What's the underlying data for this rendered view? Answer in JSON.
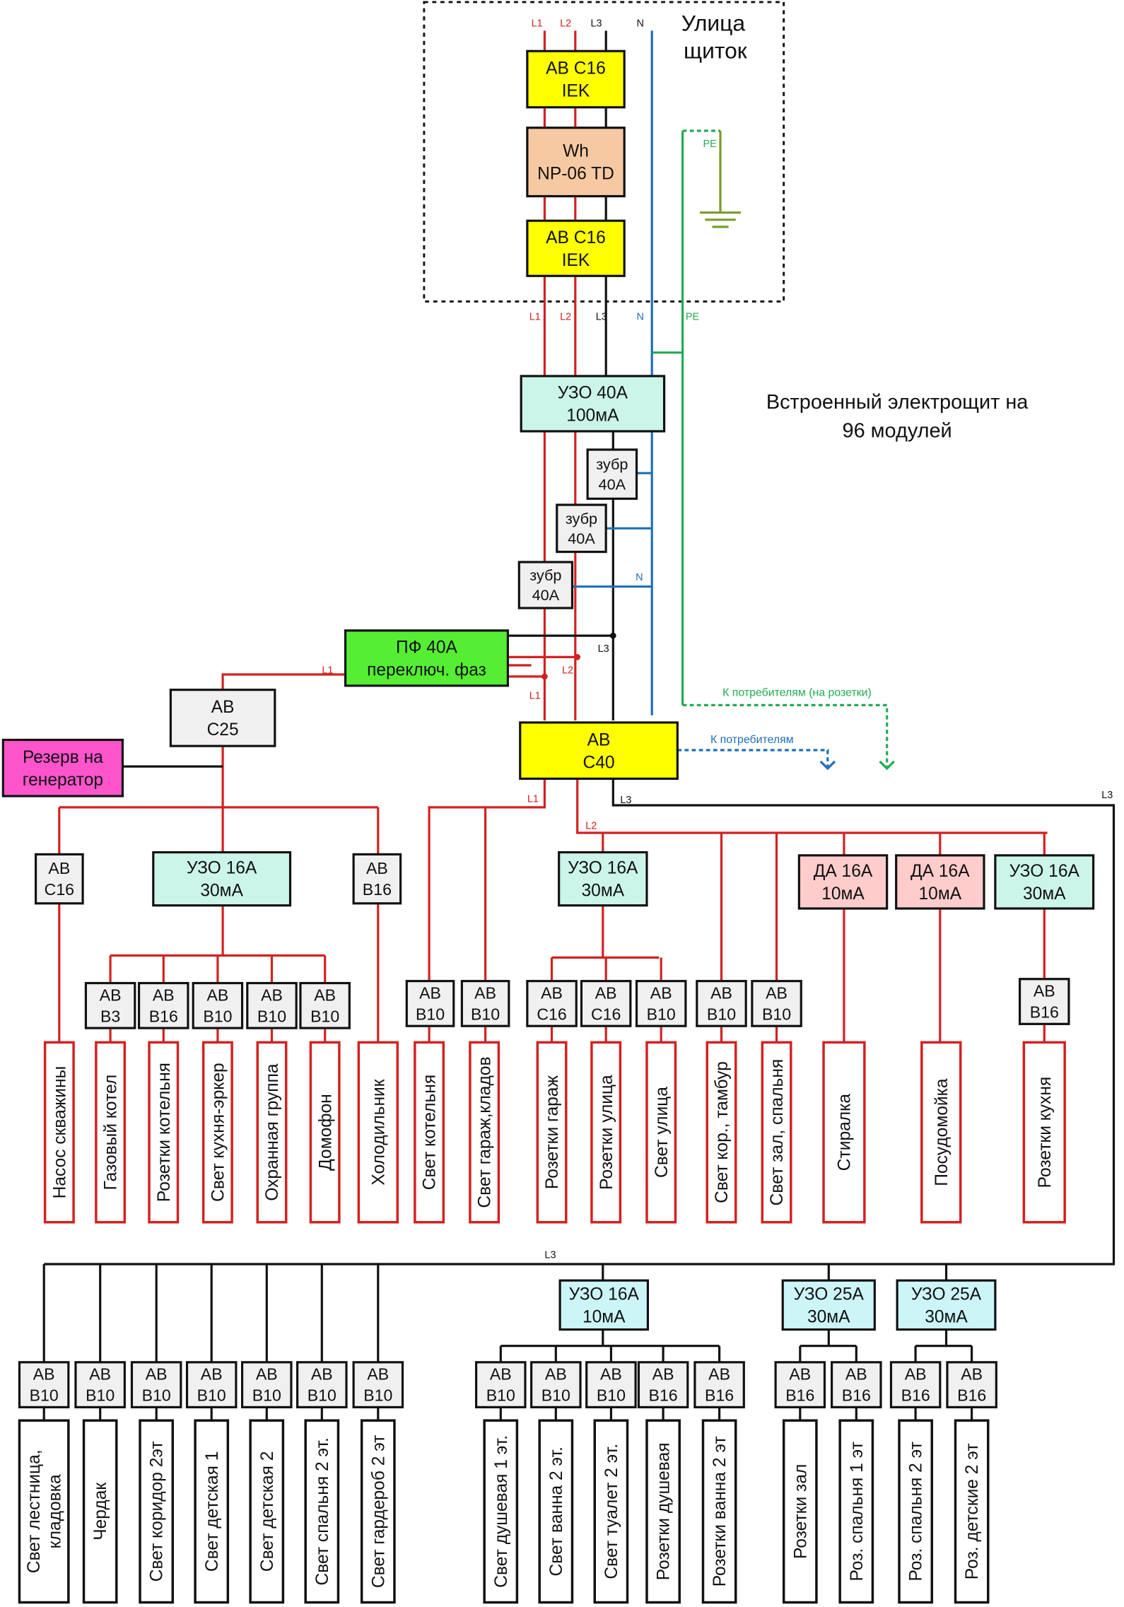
{
  "street_panel": {
    "title_line1": "Улица",
    "title_line2": "щиток",
    "breaker_top": [
      "АВ С16",
      "IEK"
    ],
    "meter": [
      "Wh",
      "NP-06 TD"
    ],
    "breaker_bottom": [
      "АВ С16",
      "IEK"
    ],
    "phase_labels": [
      "L1",
      "L2",
      "L3",
      "N"
    ],
    "pe_label": "PE"
  },
  "main_panel_caption": [
    "Встроенный электрощит на",
    "96 модулей"
  ],
  "wire_labels": {
    "L1": "L1",
    "L2": "L2",
    "L3": "L3",
    "N": "N",
    "PE": "PE"
  },
  "rcd_main": [
    "УЗО 40А",
    "100мА"
  ],
  "voltage_relays": [
    [
      "зубр",
      "40А"
    ],
    [
      "зубр",
      "40А"
    ],
    [
      "зубр",
      "40А"
    ]
  ],
  "phase_switch": [
    "ПФ 40А",
    "переключ. фаз"
  ],
  "breaker_c25": [
    "АВ",
    "С25"
  ],
  "generator_reserve": [
    "Резерв на",
    "генератор"
  ],
  "breaker_c40": [
    "АВ",
    "С40"
  ],
  "to_consumers_sockets": "К потребителям (на розетки)",
  "to_consumers": "К потребителям",
  "group1": {
    "ab_c16": [
      "АВ",
      "С16"
    ],
    "rcd": [
      "УЗО 16А",
      "30мА"
    ],
    "ab_b16": [
      "АВ",
      "В16"
    ],
    "breakers": [
      [
        "АВ",
        "В3"
      ],
      [
        "АВ",
        "В16"
      ],
      [
        "АВ",
        "В10"
      ],
      [
        "АВ",
        "В10"
      ],
      [
        "АВ",
        "В10"
      ]
    ],
    "loads": [
      "Насос скважины",
      "Газовый котел",
      "Розетки котельня",
      "Свет кухня-эркер",
      "Охранная группа",
      "Домофон",
      "Холодильник"
    ]
  },
  "group2": {
    "breakers_direct": [
      [
        "АВ",
        "В10"
      ],
      [
        "АВ",
        "В10"
      ]
    ],
    "rcd": [
      "УЗО 16А",
      "30мА"
    ],
    "rcd_breakers": [
      [
        "АВ",
        "С16"
      ],
      [
        "АВ",
        "С16"
      ],
      [
        "АВ",
        "В10"
      ]
    ],
    "breakers_l2": [
      [
        "АВ",
        "В10"
      ],
      [
        "АВ",
        "В10"
      ]
    ],
    "da1": [
      "ДА 16А",
      "10мА"
    ],
    "da2": [
      "ДА 16А",
      "10мА"
    ],
    "rcd_kitchen": [
      "УЗО 16А",
      "30мА"
    ],
    "ab_kitchen": [
      "АВ",
      "В16"
    ],
    "loads": [
      "Свет котельня",
      "Свет гараж,кладов",
      "Розетки гараж",
      "Розетки улица",
      "Свет улица",
      "Свет кор., тамбур",
      "Свет зал, спальня",
      "Стиралка",
      "Посудомойка",
      "Розетки кухня"
    ]
  },
  "group3": {
    "breakers_direct": [
      [
        "АВ",
        "В10"
      ],
      [
        "АВ",
        "В10"
      ],
      [
        "АВ",
        "В10"
      ],
      [
        "АВ",
        "В10"
      ],
      [
        "АВ",
        "В10"
      ],
      [
        "АВ",
        "В10"
      ],
      [
        "АВ",
        "В10"
      ]
    ],
    "rcd_bath": [
      "УЗО 16А",
      "10мА"
    ],
    "bath_breakers": [
      [
        "АВ",
        "В10"
      ],
      [
        "АВ",
        "В10"
      ],
      [
        "АВ",
        "В10"
      ],
      [
        "АВ",
        "В16"
      ],
      [
        "АВ",
        "В16"
      ]
    ],
    "rcd_25a_1": [
      "УЗО 25А",
      "30мА"
    ],
    "rcd_25a_2": [
      "УЗО 25А",
      "30мА"
    ],
    "rcd25_breakers": [
      [
        "АВ",
        "В16"
      ],
      [
        "АВ",
        "В16"
      ],
      [
        "АВ",
        "В16"
      ],
      [
        "АВ",
        "В16"
      ]
    ],
    "loads_direct": [
      [
        "Свет лестница,",
        "кладовка"
      ],
      [
        "Чердак"
      ],
      [
        "Свет коридор 2эт"
      ],
      [
        "Свет детская 1"
      ],
      [
        "Свет детская 2"
      ],
      [
        "Свет спальня 2 эт."
      ],
      [
        "Свет гардероб 2 эт"
      ]
    ],
    "loads_bath": [
      "Свет душевая 1 эт.",
      "Свет ванна 2 эт.",
      "Свет туалет 2 эт.",
      "Розетки душевая",
      "Розетки ванна 2 эт"
    ],
    "loads_rcd25": [
      "Розетки зал",
      "Роз. спальня 1 эт",
      "Роз. спальня 2 эт",
      "Роз. детские 2 эт"
    ]
  },
  "colors": {
    "red": "#d42020",
    "black": "#111111",
    "blue": "#1f6fb5",
    "green": "#22aa55",
    "earth": "#7a9a2a",
    "yellow": "#ffff00",
    "meter": "#f7c9a3",
    "mint": "#ccf5ea",
    "gray": "#f0f0f0",
    "lime": "#55ee33",
    "magenta": "#ff55cc",
    "pink": "#ffcccc",
    "cyan": "#ccf5f8"
  }
}
